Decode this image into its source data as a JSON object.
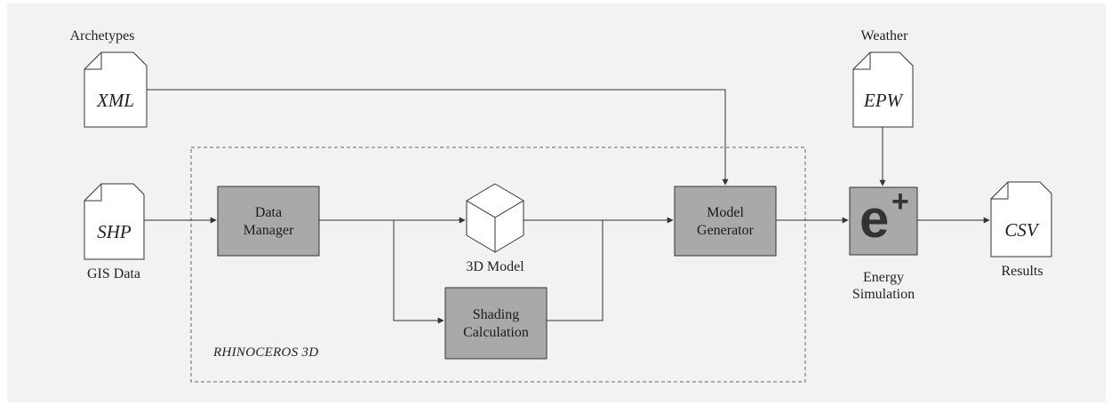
{
  "inputs": {
    "archetypes": {
      "title": "Archetypes",
      "format": "XML"
    },
    "weather": {
      "title": "Weather",
      "format": "EPW"
    },
    "gis": {
      "format": "SHP",
      "caption": "GIS Data"
    }
  },
  "group": {
    "label": "RHINOCEROS 3D"
  },
  "processes": {
    "data_manager": {
      "line1": "Data",
      "line2": "Manager"
    },
    "model_3d": {
      "caption": "3D Model"
    },
    "shading": {
      "line1": "Shading",
      "line2": "Calculation"
    },
    "model_generator": {
      "line1": "Model",
      "line2": "Generator"
    },
    "energy": {
      "logo": "e",
      "logo_sup": "+",
      "line1": "Energy",
      "line2": "Simulation"
    }
  },
  "output": {
    "format": "CSV",
    "caption": "Results"
  },
  "colors": {
    "box_fill": "#a9a9a9",
    "box_stroke": "#333333",
    "doc_fill": "#ffffff",
    "line": "#333333",
    "panel": "#f2f2f2"
  }
}
